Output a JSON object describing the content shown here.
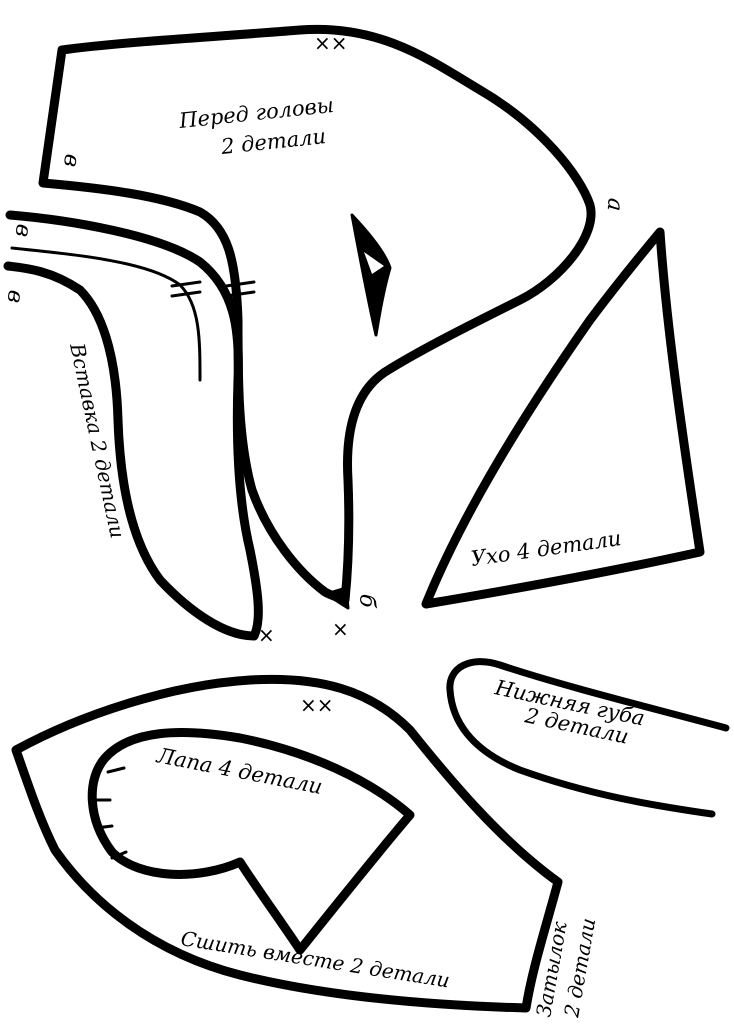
{
  "pieces": {
    "head_front": {
      "name": "Перед головы",
      "count": "2 детали"
    },
    "insert": {
      "label": "Вставка 2 детали"
    },
    "ear": {
      "label": "Ухо 4 детали"
    },
    "lower_lip": {
      "name": "Нижняя губа",
      "count": "2 детали"
    },
    "paw": {
      "label": "Лапа 4 детали"
    },
    "sew_together": {
      "label": "Сшить вместе 2 детали"
    },
    "nape": {
      "name": "Затылок",
      "count": "2 детали"
    }
  },
  "marks": {
    "letter_v": "в",
    "letter_a": "а",
    "letter_b": "б",
    "double_cross": "××",
    "single_cross": "×"
  }
}
